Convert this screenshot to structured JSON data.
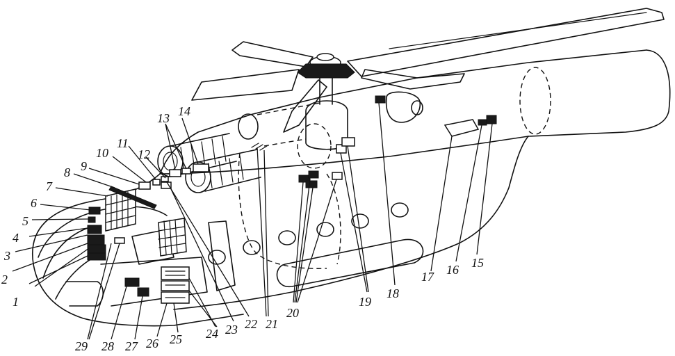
{
  "labels": {
    "1": "1",
    "2": "2",
    "3": "3",
    "4": "4",
    "5": "5",
    "6": "6",
    "7": "7",
    "8": "8",
    "9": "9",
    "10": "10",
    "11": "11",
    "12": "12",
    "13": "13",
    "14": "14",
    "15": "15",
    "16": "16",
    "17": "17",
    "18": "18",
    "19": "19",
    "20": "20",
    "21": "21",
    "22": "22",
    "23": "23",
    "24": "24",
    "25": "25",
    "26": "26",
    "27": "27",
    "28": "28",
    "29": "29"
  }
}
